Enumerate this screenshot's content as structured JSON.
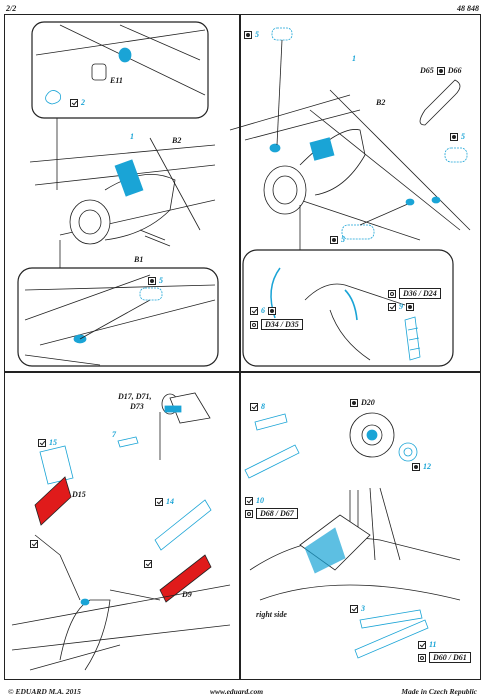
{
  "header": {
    "page": "2/2",
    "code": "48 848"
  },
  "panel_top_left": {
    "inset_labels": [
      "E11",
      "2"
    ],
    "labels": [
      "1",
      "B2",
      "B1"
    ],
    "inset_bottom_label": "5"
  },
  "panel_top_right": {
    "labels": [
      "5",
      "1",
      "B2",
      "D65",
      "D66",
      "5",
      "5"
    ],
    "refs": [
      {
        "num": "6",
        "text": ""
      },
      {
        "num": "",
        "text": "D36 / D24"
      },
      {
        "num": "",
        "text": "D34 / D35"
      },
      {
        "num": "9",
        "text": ""
      }
    ]
  },
  "panel_bottom_left": {
    "labels": [
      "D17, D71,",
      "D73",
      "7",
      "15",
      "D15",
      "14",
      "D9"
    ]
  },
  "panel_bottom_right": {
    "labels": [
      "8",
      "D20",
      "12",
      "10",
      "D68 / D67",
      "right side",
      "3",
      "11",
      "D60 / D61"
    ]
  },
  "footer": {
    "left": "© EDUARD  M.A. 2015",
    "center": "www.eduard.com",
    "right": "Made in Czech Republic"
  },
  "colors": {
    "accent_blue": "#1aa4d6",
    "accent_red": "#e01b1b",
    "line": "#222222"
  }
}
